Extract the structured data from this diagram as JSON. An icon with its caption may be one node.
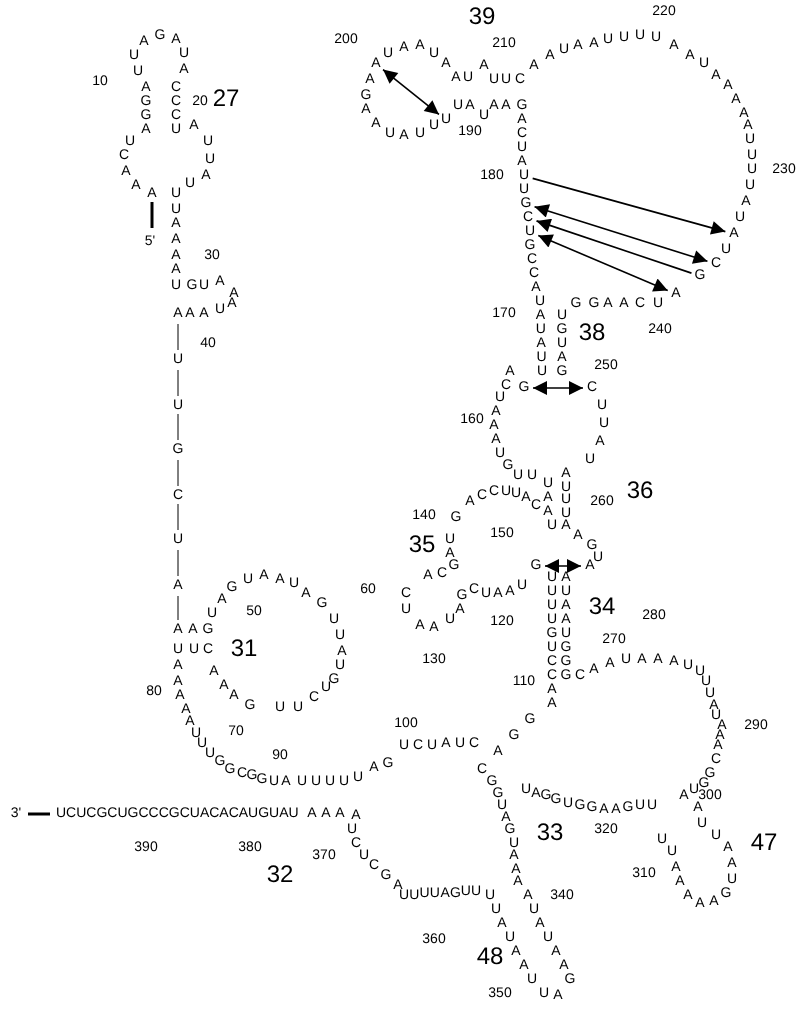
{
  "diagram": {
    "nodes": [
      {
        "text": [
          "A"
        ]
      },
      {
        "text": [
          "U"
        ]
      },
      {
        "text": [
          "U"
        ]
      },
      {
        "text": [
          "A"
        ]
      },
      {
        "text": [
          "G"
        ]
      },
      {
        "text": [
          "C"
        ]
      },
      {
        "text": [
          "C"
        ]
      },
      {
        "text": [
          "G"
        ]
      },
      {
        "text": [
          "U"
        ]
      },
      {
        "text": [
          "A"
        ]
      },
      {
        "text": [
          "G"
        ]
      },
      {
        "text": [
          "C"
        ]
      },
      {
        "text": [
          "G"
        ]
      },
      {
        "text": [
          "A"
        ]
      }
    ],
    "edges": [
      {
        "from": 0,
        "to": 1,
        "arrow": "both"
      },
      {
        "from": 2,
        "to": 3,
        "arrow": "to"
      },
      {
        "from": 4,
        "to": 5,
        "arrow": "both"
      },
      {
        "from": 7,
        "to": 6,
        "arrow": "to"
      },
      {
        "from": 8,
        "to": 9,
        "arrow": "both"
      },
      {
        "from": 10,
        "to": 11,
        "arrow": "both"
      },
      {
        "from": 12,
        "to": 13,
        "arrow": "both"
      }
    ],
    "labels": [
      "A",
      "A",
      "A",
      "C",
      "U",
      "A",
      "G",
      "G",
      "A",
      "U",
      "U",
      "A",
      "G",
      "A",
      "U",
      "A",
      "C",
      "C",
      "C",
      "U",
      "A",
      "U",
      "U",
      "A",
      "U",
      "U",
      "U",
      "A",
      "A",
      "A",
      "A",
      "U",
      "G",
      "U",
      "A",
      "A",
      "A",
      "U",
      "A",
      "A",
      "A",
      "U",
      "U",
      "G",
      "C",
      "U",
      "A",
      "A",
      "A",
      "G",
      "U",
      "A",
      "G",
      "U",
      "A",
      "A",
      "U",
      "A",
      "G",
      "U",
      "U",
      "A",
      "U",
      "G",
      "U",
      "C",
      "U",
      "U",
      "G",
      "A",
      "A",
      "A",
      "C",
      "U",
      "U",
      "A",
      "A",
      "A",
      "A",
      "A",
      "U",
      "U",
      "U",
      "G",
      "G",
      "C",
      "G",
      "G",
      "U",
      "A",
      "U",
      "U",
      "U",
      "U",
      "U",
      "A",
      "G",
      "U",
      "C",
      "U",
      "A",
      "U",
      "C",
      "A",
      "G",
      "G",
      "A",
      "A",
      "C",
      "C",
      "U",
      "G",
      "U",
      "U",
      "U",
      "U",
      "U",
      "A",
      "A",
      "U",
      "C",
      "G",
      "A",
      "U",
      "A",
      "A",
      "U",
      "C",
      "A",
      "C",
      "G",
      "A",
      "U",
      "G",
      "A",
      "C",
      "C",
      "U",
      "U",
      "A",
      "C",
      "U",
      "A",
      "A",
      "U",
      "U",
      "U",
      "G",
      "U",
      "A",
      "A",
      "A",
      "U",
      "C",
      "A",
      "U",
      "U",
      "A",
      "U",
      "A",
      "U",
      "A",
      "C",
      "C",
      "G",
      "U",
      "A",
      "U",
      "C",
      "A",
      "G",
      "A",
      "A",
      "U",
      "A",
      "U",
      "U",
      "U",
      "A",
      "U",
      "A",
      "A",
      "G",
      "A",
      "U",
      "A",
      "A",
      "U",
      "A",
      "A",
      "U",
      "A",
      "U",
      "U",
      "C",
      "A",
      "A",
      "U",
      "A",
      "A",
      "U",
      "U",
      "U",
      "U",
      "A",
      "A",
      "U",
      "A",
      "A",
      "A",
      "A",
      "A",
      "U",
      "U",
      "U",
      "U",
      "A",
      "U",
      "U",
      "U",
      "C",
      "A",
      "A",
      "G",
      "G",
      "U",
      "G",
      "U",
      "A",
      "G",
      "U",
      "U",
      "A",
      "U",
      "A",
      "U",
      "U",
      "U",
      "A",
      "A",
      "G",
      "U",
      "A",
      "U",
      "A",
      "A",
      "U",
      "G",
      "G",
      "G",
      "C",
      "A",
      "A",
      "U",
      "A",
      "A",
      "A",
      "U",
      "U",
      "U",
      "U",
      "A",
      "U",
      "A",
      "A",
      "A",
      "C",
      "G",
      "G",
      "U",
      "A",
      "A",
      "U",
      "U",
      "A",
      "A",
      "U",
      "G",
      "A",
      "A",
      "A",
      "A",
      "A",
      "U",
      "U",
      "U",
      "U",
      "G",
      "A",
      "A",
      "G",
      "G",
      "U",
      "G",
      "G",
      "A",
      "U",
      "C",
      "G",
      "G",
      "U",
      "A",
      "G",
      "U",
      "A",
      "A",
      "A",
      "A",
      "U",
      "A",
      "U",
      "A",
      "A",
      "G",
      "A",
      "U",
      "U",
      "A",
      "A",
      "U",
      "A",
      "U",
      "U",
      "U",
      "U",
      "G",
      "A",
      "U",
      "U",
      "U",
      "U",
      "A",
      "G",
      "C",
      "U",
      "C",
      "U",
      "A",
      "A",
      "A",
      "A",
      "UCUCGCUGCCCGCUACACAUGUAU",
      "10",
      "20",
      "30",
      "40",
      "50",
      "60",
      "70",
      "80",
      "90",
      "100",
      "110",
      "120",
      "130",
      "140",
      "150",
      "160",
      "170",
      "180",
      "190",
      "200",
      "210",
      "220",
      "230",
      "240",
      "250",
      "260",
      "270",
      "280",
      "290",
      "300",
      "310",
      "320",
      "340",
      "350",
      "360",
      "370",
      "380",
      "390",
      "27",
      "39",
      "38",
      "36",
      "35",
      "34",
      "31",
      "32",
      "33",
      "47",
      "48",
      "5'",
      "3'"
    ]
  }
}
